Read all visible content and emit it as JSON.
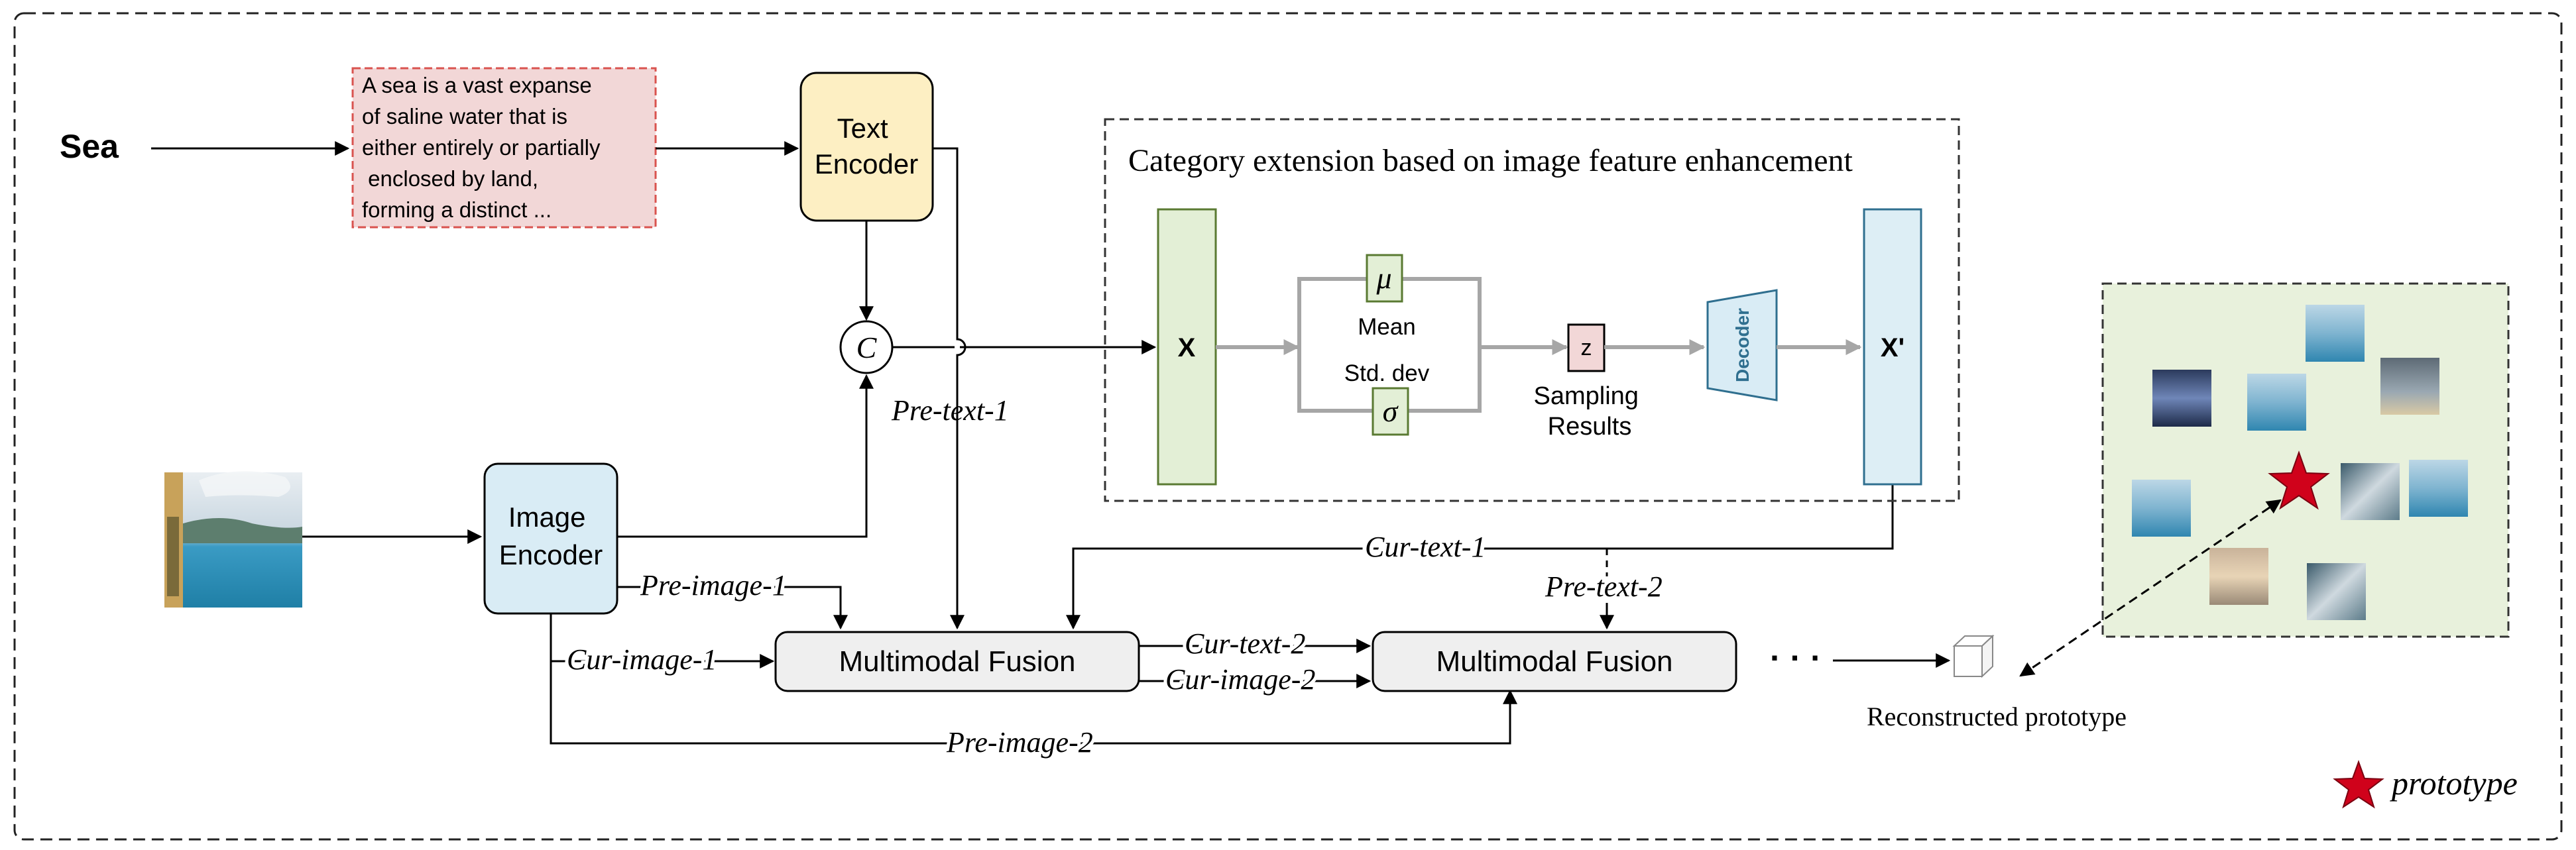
{
  "input_word": "Sea",
  "description_lines": [
    "A sea is a vast expanse",
    "of saline water that is",
    "either entirely or partially",
    " enclosed by land,",
    "forming a distinct ..."
  ],
  "text_encoder": {
    "line1": "Text",
    "line2": "Encoder"
  },
  "image_encoder": {
    "line1": "Image",
    "line2": "Encoder"
  },
  "concat_symbol": "C",
  "extension_box": {
    "title": "Category extension based on image feature enhancement",
    "x_label": "X",
    "mu_symbol": "μ",
    "mean_label": "Mean",
    "std_label": "Std. dev",
    "sigma_symbol": "σ",
    "z_label": "z",
    "sampling_line1": "Sampling",
    "sampling_line2": "Results",
    "decoder_label": "Decoder",
    "x_prime_label": "X'"
  },
  "edge_labels": {
    "pre_text_1": "Pre-text-1",
    "cur_text_1": "Cur-text-1",
    "pre_text_2": "Pre-text-2",
    "pre_image_1": "Pre-image-1",
    "cur_image_1": "Cur-image-1",
    "cur_text_2": "Cur-text-2",
    "cur_image_2": "Cur-image-2",
    "pre_image_2": "Pre-image-2"
  },
  "fusion_1": "Multimodal Fusion",
  "fusion_2": "Multimodal Fusion",
  "ellipsis": "· · ·",
  "reconstructed_label": "Reconstructed prototype",
  "legend_label": "prototype",
  "colors": {
    "description_fill": "#f2d7d7",
    "description_border": "#d9534f",
    "text_encoder_fill": "#fdefc3",
    "image_encoder_fill": "#d9ecf5",
    "x_fill": "#e3efd6",
    "x_border": "#5a7a32",
    "x_prime_fill": "#ddeef5",
    "x_prime_border": "#2f6f8f",
    "decoder_fill": "#d9ecf5",
    "z_fill": "#f2d7d7",
    "fusion_fill": "#efefef",
    "prototype_panel_fill": "#e8f1dc",
    "star": "#d0021b",
    "arrow_gray": "#a6a6a6"
  }
}
